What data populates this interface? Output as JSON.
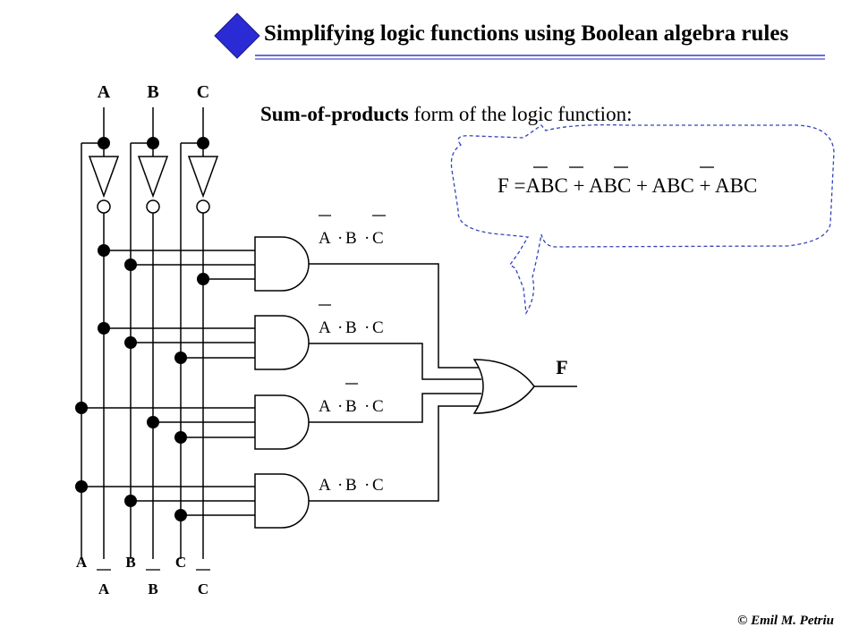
{
  "header": {
    "title": "Simplifying logic functions using Boolean algebra rules",
    "accent_color": "#2b2bd6"
  },
  "subtitle": {
    "bold": "Sum-of-products",
    "rest": " form of the logic function:"
  },
  "inputs": {
    "top": [
      "A",
      "B",
      "C"
    ],
    "bottom_true": [
      "A",
      "B",
      "C"
    ],
    "bottom_complement": [
      "A",
      "B",
      "C"
    ]
  },
  "terms": [
    {
      "a": "A",
      "b": "B",
      "c": "C",
      "dot": "·",
      "bar_a": true,
      "bar_b": false,
      "bar_c": true
    },
    {
      "a": "A",
      "b": "B",
      "c": "C",
      "dot": "·",
      "bar_a": true,
      "bar_b": false,
      "bar_c": false
    },
    {
      "a": "A",
      "b": "B",
      "c": "C",
      "dot": "·",
      "bar_a": false,
      "bar_b": true,
      "bar_c": false
    },
    {
      "a": "A",
      "b": "B",
      "c": "C",
      "dot": "·",
      "bar_a": false,
      "bar_b": false,
      "bar_c": false
    }
  ],
  "output_label": "F",
  "callout": {
    "formula": "F =ABC + ABC + ABC + ABC",
    "border_color": "#3344bb"
  },
  "footer": {
    "copyright": "©  Emil M. Petriu"
  }
}
